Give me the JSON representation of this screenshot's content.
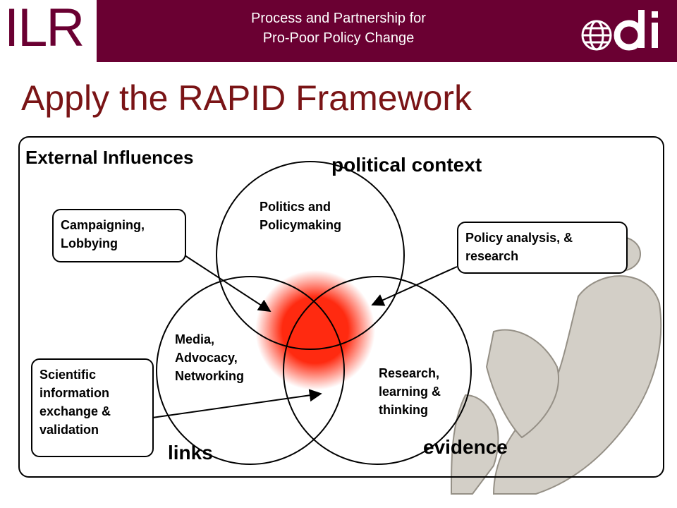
{
  "header": {
    "logo_left_main": "ILR",
    "logo_left_last": "I",
    "tagline_line1": "Process and Partnership for",
    "tagline_line2": "Pro-Poor Policy Change",
    "logo_right": "odi"
  },
  "slide": {
    "title": "Apply the RAPID Framework"
  },
  "diagram": {
    "frame_label": "External Influences",
    "circle_labels": {
      "top": "political context",
      "left": "links",
      "right": "evidence"
    },
    "inner_labels": {
      "top": "Politics and\nPolicymaking",
      "left": "Media,\nAdvocacy,\nNetworking",
      "right": "Research,\nlearning &\nthinking"
    },
    "boxes": [
      "Campaigning,\nLobbying",
      "Policy analysis, &\nresearch",
      "Scientific\ninformation\nexchange &\nvalidation"
    ]
  },
  "colors": {
    "header": "#6a0032",
    "title": "#7a1416",
    "center_glow": "#ff2a10"
  }
}
